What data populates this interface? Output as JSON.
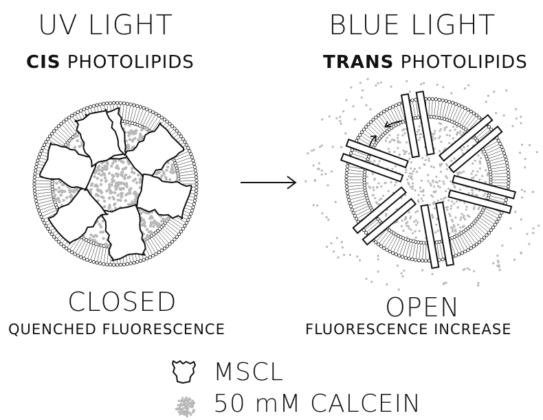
{
  "left": {
    "heading": "UV LIGHT",
    "sub_bold": "CIS",
    "sub_rest": " PHOTOLIPIDS",
    "state": "CLOSED",
    "caption": "QUENCHED FLUORESCENCE"
  },
  "right": {
    "heading": "BLUE LIGHT",
    "sub_bold": "TRANS",
    "sub_rest": " PHOTOLIPIDS",
    "state": "OPEN",
    "caption": "FLUORESCENCE INCREASE"
  },
  "legend": {
    "mscl_label": "MSCL",
    "calcein_label": "50 mM CALCEIN"
  },
  "colors": {
    "ink": "#111111",
    "calcein": "#b8b8b8"
  }
}
